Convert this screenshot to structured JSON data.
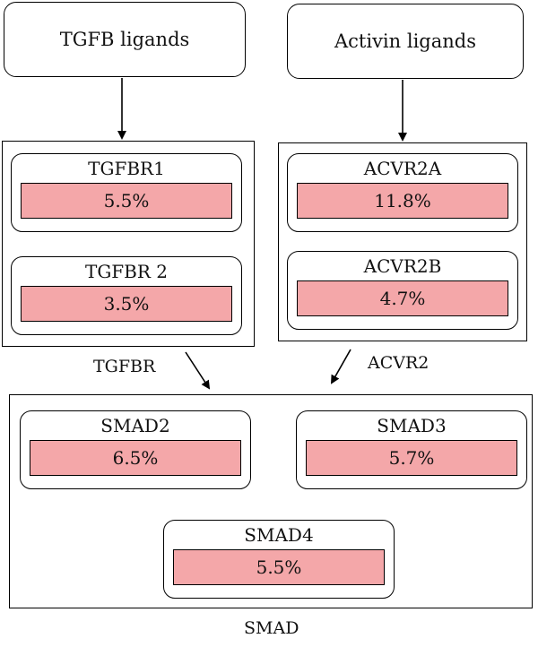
{
  "ligands": {
    "tgfb": "TGFB ligands",
    "activin": "Activin ligands"
  },
  "groups": {
    "tgfbr": {
      "label": "TGFBR",
      "genes": [
        {
          "name": "TGFBR1",
          "value": "5.5%"
        },
        {
          "name": "TGFBR 2",
          "value": "3.5%"
        }
      ]
    },
    "acvr2": {
      "label": "ACVR2",
      "genes": [
        {
          "name": "ACVR2A",
          "value": "11.8%"
        },
        {
          "name": "ACVR2B",
          "value": "4.7%"
        }
      ]
    },
    "smad": {
      "label": "SMAD",
      "genes": [
        {
          "name": "SMAD2",
          "value": "6.5%"
        },
        {
          "name": "SMAD3",
          "value": "5.7%"
        },
        {
          "name": "SMAD4",
          "value": "5.5%"
        }
      ]
    }
  },
  "colors": {
    "alteration_fill": "#f4a7a9",
    "stroke": "#000000"
  }
}
